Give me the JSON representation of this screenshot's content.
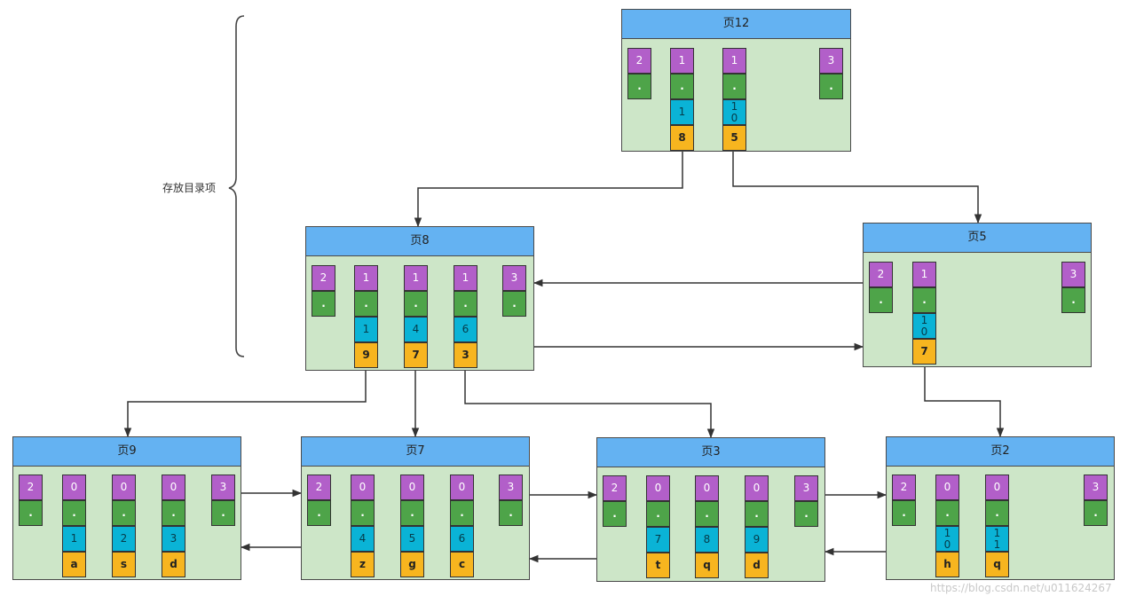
{
  "annotation": "存放目录项",
  "watermark": "https://blog.csdn.net/u011624267",
  "colors": {
    "header": "#64b2f2",
    "page_body": "#cde6c8",
    "record_type": "#b25fc9",
    "next_pointer": "#4ea449",
    "key": "#0ab3d6",
    "page_or_value": "#f7b51f"
  },
  "pages": {
    "p12": {
      "title": "页12",
      "records": [
        {
          "type": "2",
          "ptr": "."
        },
        {
          "type": "1",
          "ptr": ".",
          "key": "1",
          "val": "8"
        },
        {
          "type": "1",
          "ptr": ".",
          "key": "1\n0",
          "val": "5"
        },
        {
          "type": "3",
          "ptr": "."
        }
      ]
    },
    "p8": {
      "title": "页8",
      "records": [
        {
          "type": "2",
          "ptr": "."
        },
        {
          "type": "1",
          "ptr": ".",
          "key": "1",
          "val": "9"
        },
        {
          "type": "1",
          "ptr": ".",
          "key": "4",
          "val": "7"
        },
        {
          "type": "1",
          "ptr": ".",
          "key": "6",
          "val": "3"
        },
        {
          "type": "3",
          "ptr": "."
        }
      ]
    },
    "p5": {
      "title": "页5",
      "records": [
        {
          "type": "2",
          "ptr": "."
        },
        {
          "type": "1",
          "ptr": ".",
          "key": "1\n0",
          "val": "7"
        },
        {
          "type": "3",
          "ptr": "."
        }
      ]
    },
    "p9": {
      "title": "页9",
      "records": [
        {
          "type": "2",
          "ptr": "."
        },
        {
          "type": "0",
          "ptr": ".",
          "key": "1",
          "val": "a"
        },
        {
          "type": "0",
          "ptr": ".",
          "key": "2",
          "val": "s"
        },
        {
          "type": "0",
          "ptr": ".",
          "key": "3",
          "val": "d"
        },
        {
          "type": "3",
          "ptr": "."
        }
      ]
    },
    "p7": {
      "title": "页7",
      "records": [
        {
          "type": "2",
          "ptr": "."
        },
        {
          "type": "0",
          "ptr": ".",
          "key": "4",
          "val": "z"
        },
        {
          "type": "0",
          "ptr": ".",
          "key": "5",
          "val": "g"
        },
        {
          "type": "0",
          "ptr": ".",
          "key": "6",
          "val": "c"
        },
        {
          "type": "3",
          "ptr": "."
        }
      ]
    },
    "p3": {
      "title": "页3",
      "records": [
        {
          "type": "2",
          "ptr": "."
        },
        {
          "type": "0",
          "ptr": ".",
          "key": "7",
          "val": "t"
        },
        {
          "type": "0",
          "ptr": ".",
          "key": "8",
          "val": "q"
        },
        {
          "type": "0",
          "ptr": ".",
          "key": "9",
          "val": "d"
        },
        {
          "type": "3",
          "ptr": "."
        }
      ]
    },
    "p2": {
      "title": "页2",
      "records": [
        {
          "type": "2",
          "ptr": "."
        },
        {
          "type": "0",
          "ptr": ".",
          "key": "1\n0",
          "val": "h"
        },
        {
          "type": "0",
          "ptr": ".",
          "key": "1\n1",
          "val": "q"
        },
        {
          "type": "3",
          "ptr": "."
        }
      ]
    }
  }
}
